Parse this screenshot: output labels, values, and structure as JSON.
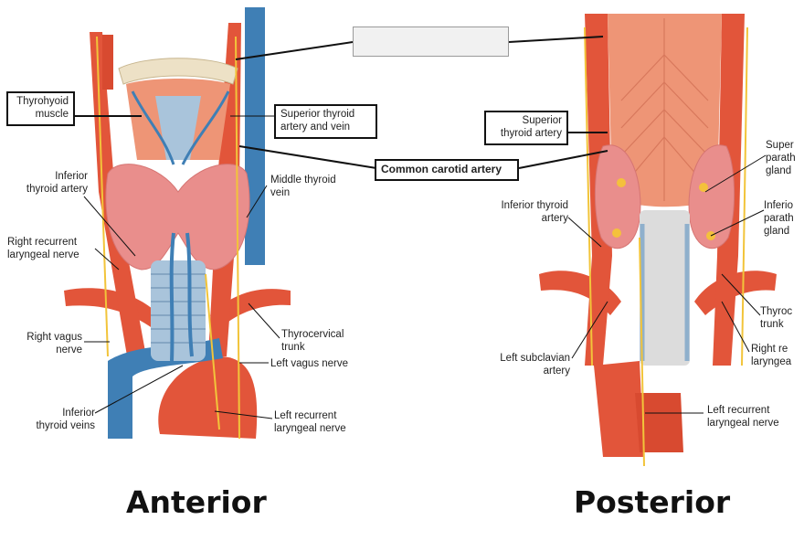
{
  "views": {
    "anterior": "Anterior",
    "posterior": "Posterior"
  },
  "labels": {
    "thyrohyoid_muscle": "Thyrohyoid\nmuscle",
    "superior_thyroid_artery_vein": "Superior thyroid\nartery and vein",
    "common_carotid_artery": "Common carotid artery",
    "superior_thyroid_artery": "Superior\nthyroid artery",
    "inferior_thyroid_artery_ant": "Inferior\nthyroid artery",
    "middle_thyroid_vein": "Middle thyroid\nvein",
    "right_recurrent_laryngeal_nerve": "Right recurrent\nlaryngeal nerve",
    "right_vagus_nerve": "Right vagus\nnerve",
    "thyrocervical_trunk": "Thyrocervical\ntrunk",
    "left_vagus_nerve": "Left vagus nerve",
    "inferior_thyroid_veins": "Inferior\nthyroid veins",
    "left_recurrent_laryngeal_nerve_ant": "Left recurrent\nlaryngeal nerve",
    "inferior_thyroid_artery_post": "Inferior thyroid\nartery",
    "superior_parathyroid_gland": "Super\nparath\ngland",
    "inferior_parathyroid_gland": "Inferio\nparath\ngland",
    "thyrocervical_trunk_post": "Thyroc\ntrunk",
    "right_recurrent_laryngeal_post": "Right re\nlaryngea",
    "left_subclavian_artery": "Left subclavian\nartery",
    "left_recurrent_laryngeal_nerve_post": "Left recurrent\nlaryngeal nerve"
  },
  "colors": {
    "artery": "#e2553a",
    "vein": "#3f7fb5",
    "thyroid": "#e98e8c",
    "muscle": "#ee9576",
    "nerve": "#f2c43a",
    "trachea": "#a9c4db",
    "hyoid": "#ede1c6"
  }
}
